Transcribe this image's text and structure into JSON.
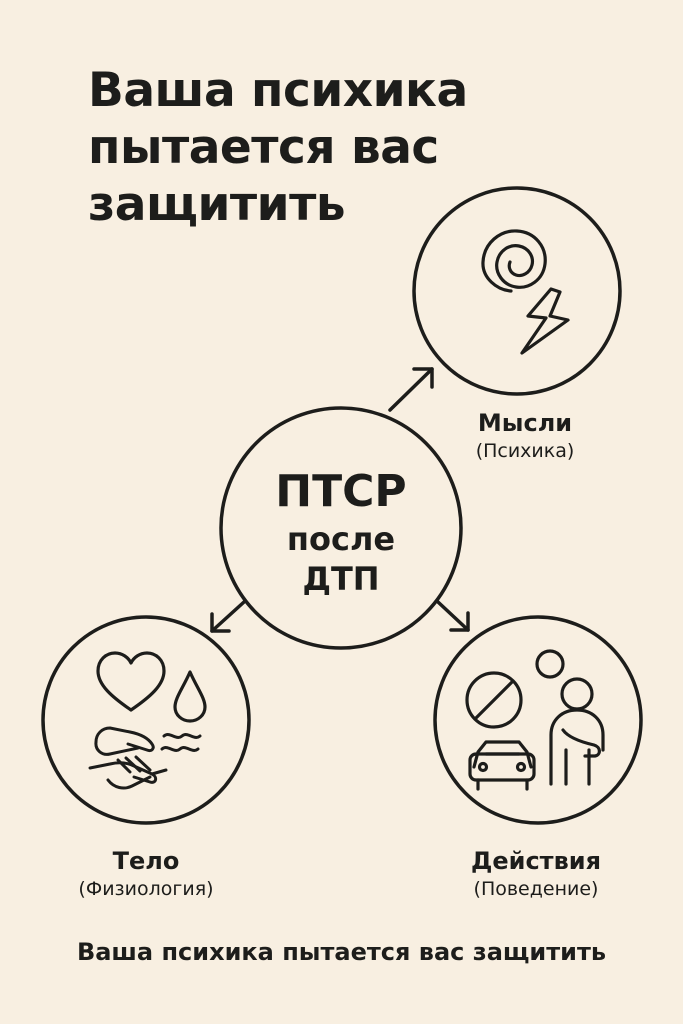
{
  "title_lines": [
    "Ваша психика",
    "пытается вас",
    "защитить"
  ],
  "center": {
    "line1": "ПТСР",
    "line2": "после",
    "line3": "ДТП"
  },
  "nodes": {
    "thoughts": {
      "label": "Мысли",
      "sublabel": "(Психика)",
      "icons": [
        "spiral-icon",
        "lightning-icon"
      ]
    },
    "body": {
      "label": "Тело",
      "sublabel": "(Физиология)",
      "icons": [
        "heart-icon",
        "drop-icon",
        "wave-icon",
        "hand-icon"
      ]
    },
    "actions": {
      "label": "Действия",
      "sublabel": "(Поведение)",
      "icons": [
        "prohibited-icon",
        "car-icon",
        "person-icon"
      ]
    }
  },
  "footer": "Ваша психика пытается вас защитить",
  "colors": {
    "background": "#f8efe1",
    "ink": "#1d1d1b"
  }
}
